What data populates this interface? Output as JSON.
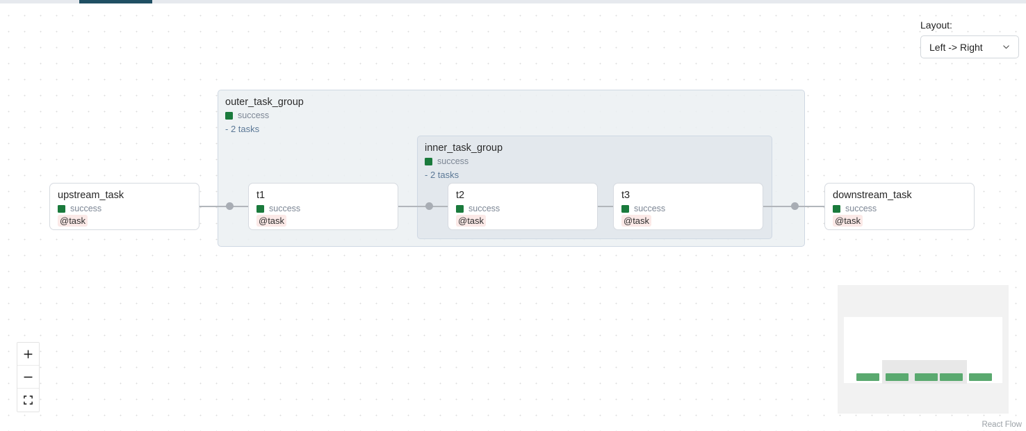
{
  "tabs": {
    "active_indicator": true
  },
  "layout_control": {
    "label": "Layout:",
    "selected": "Left -> Right",
    "chevron_icon": "chevron-down-icon"
  },
  "graph": {
    "groups": [
      {
        "id": "outer_task_group",
        "title": "outer_task_group",
        "status": "success",
        "status_color": "#1a7a3c",
        "tasks_summary": "- 2 tasks"
      },
      {
        "id": "inner_task_group",
        "title": "inner_task_group",
        "status": "success",
        "status_color": "#1a7a3c",
        "tasks_summary": "- 2 tasks"
      }
    ],
    "nodes": [
      {
        "id": "upstream_task",
        "title": "upstream_task",
        "status": "success",
        "operator": "@task"
      },
      {
        "id": "t1",
        "title": "t1",
        "status": "success",
        "operator": "@task"
      },
      {
        "id": "t2",
        "title": "t2",
        "status": "success",
        "operator": "@task"
      },
      {
        "id": "t3",
        "title": "t3",
        "status": "success",
        "operator": "@task"
      },
      {
        "id": "downstream_task",
        "title": "downstream_task",
        "status": "success",
        "operator": "@task"
      }
    ]
  },
  "controls": {
    "zoom_in_label": "+",
    "zoom_out_label": "−",
    "fit_view_label": "fit-view"
  },
  "minimap": {
    "node_color": "#5aa96f",
    "group_color": "#e8e8e8"
  },
  "attribution": {
    "text": "React Flow"
  }
}
